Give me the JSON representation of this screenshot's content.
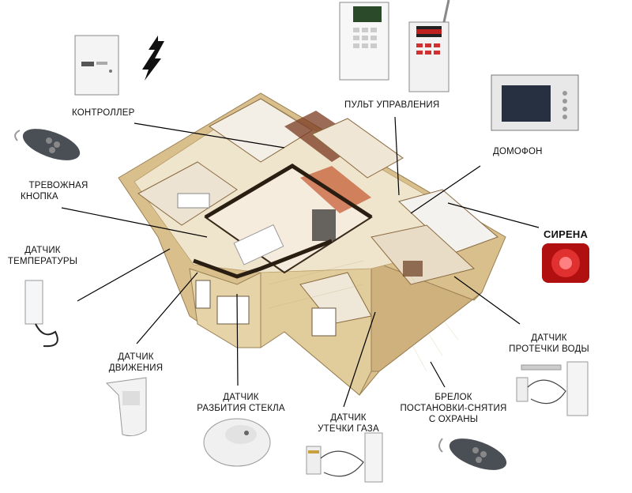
{
  "labels": {
    "controller": "КОНТРОЛЛЕР",
    "control_panel": "ПУЛЬТ УПРАВЛЕНИЯ",
    "intercom": "ДОМОФОН",
    "panic_button_1": "ТРЕВОЖНАЯ",
    "panic_button_2": "КНОПКА",
    "temp_sensor_1": "ДАТЧИК",
    "temp_sensor_2": "ТЕМПЕРАТУРЫ",
    "siren": "СИРЕНА",
    "motion_sensor_1": "ДАТЧИК",
    "motion_sensor_2": "ДВИЖЕНИЯ",
    "glass_sensor_1": "ДАТЧИК",
    "glass_sensor_2": "РАЗБИТИЯ СТЕКЛА",
    "gas_sensor_1": "ДАТЧИК",
    "gas_sensor_2": "УТЕЧКИ ГАЗА",
    "fob_1": "БРЕЛОК",
    "fob_2": "ПОСТАНОВКИ-СНЯТИЯ",
    "fob_3": "С ОХРАНЫ",
    "water_sensor_1": "ДАТЧИК",
    "water_sensor_2": "ПРОТЕЧКИ ВОДЫ"
  }
}
